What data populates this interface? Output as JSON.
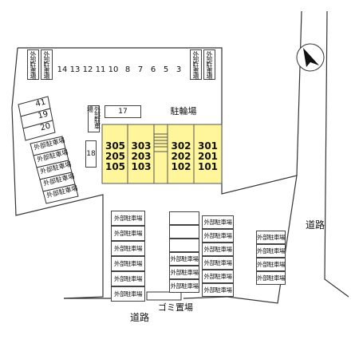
{
  "map": {
    "external_parking": "外部駐車場",
    "bicycle_parking": "駐輪場",
    "garbage": "ゴミ置場",
    "road": "道路",
    "north_arrow": "north-arrow-icon"
  },
  "top_row_numbers": [
    "14",
    "13",
    "12",
    "11",
    "10",
    "8",
    "7",
    "6",
    "5",
    "3"
  ],
  "left_numbers": [
    "41",
    "19",
    "20"
  ],
  "spot_17": "17",
  "spot_18": "18",
  "building": {
    "columns": [
      [
        "305",
        "205",
        "105"
      ],
      [
        "303",
        "203",
        "103"
      ],
      [
        "302",
        "202",
        "102"
      ],
      [
        "301",
        "201",
        "101"
      ]
    ],
    "fill": "#fff59a"
  }
}
